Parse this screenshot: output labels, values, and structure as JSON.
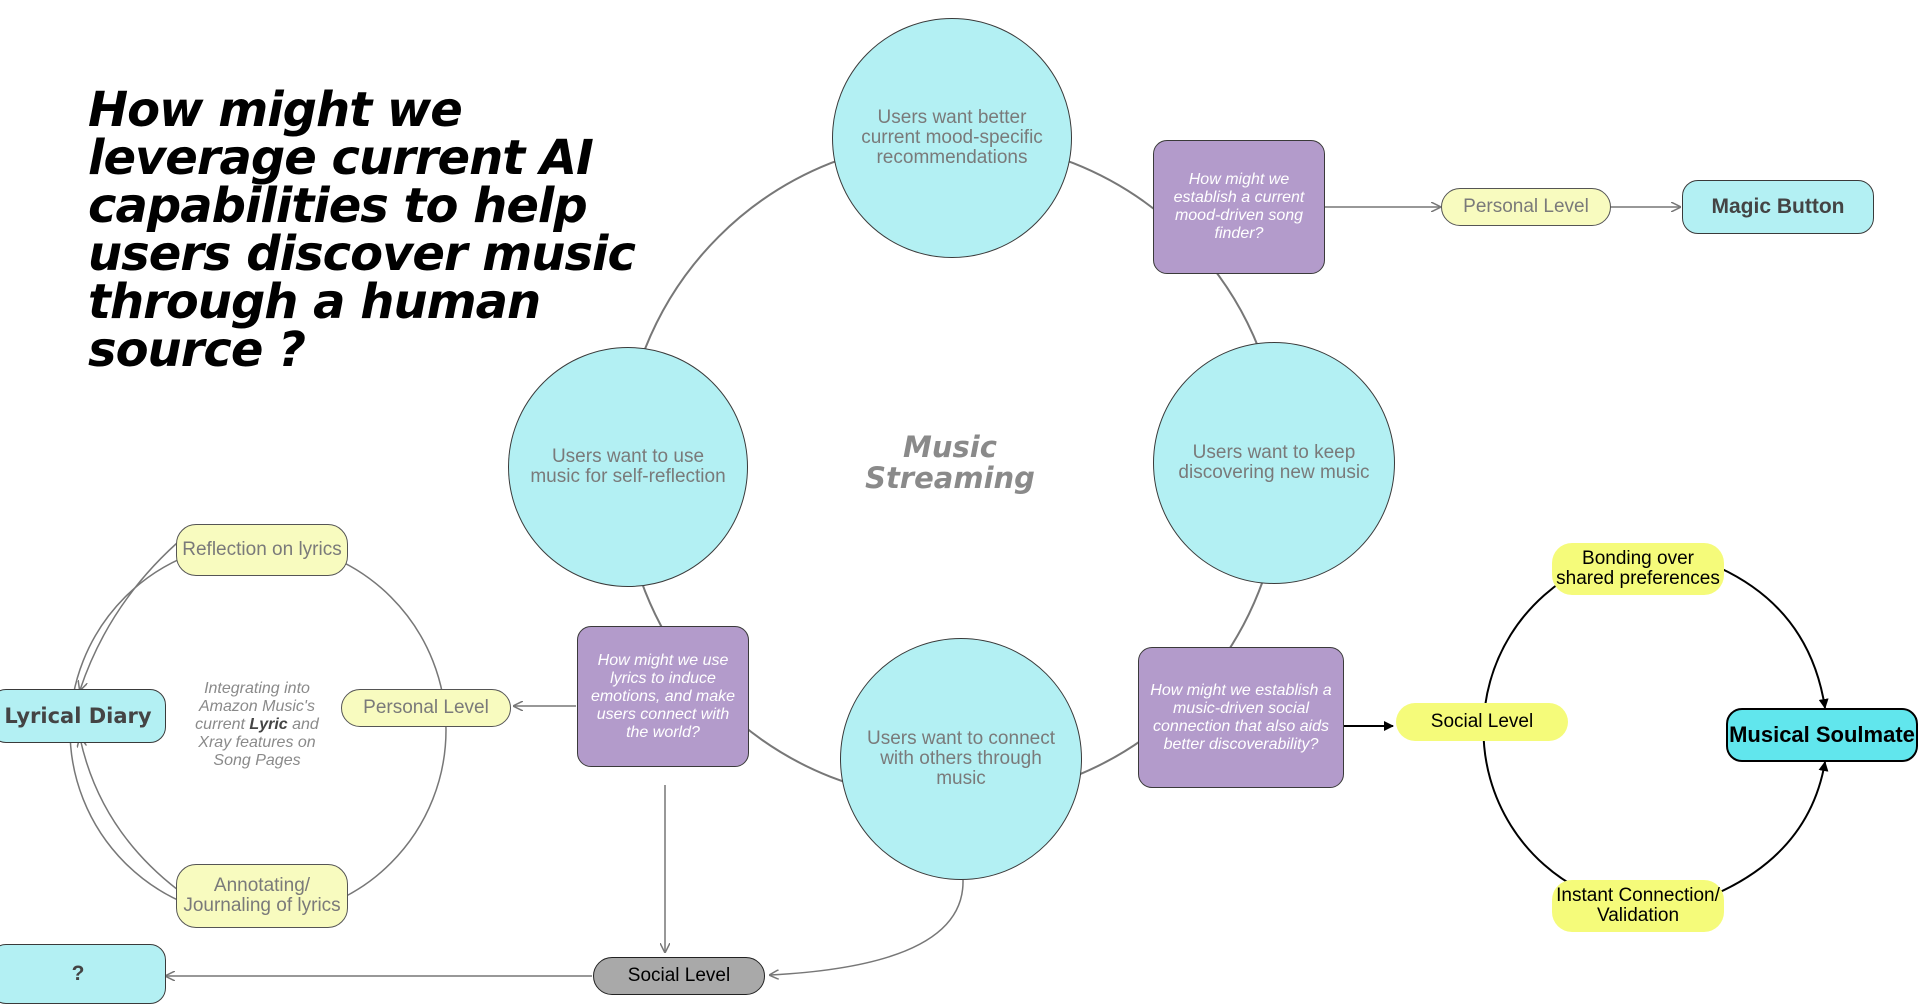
{
  "title": "How might we leverage current AI capabilities to help users discover music through a human source ?",
  "center_label": "Music Streaming",
  "needs": {
    "top": "Users want better current mood-specific recommendations",
    "left": "Users want to use music for self-reflection",
    "right": "Users want to keep discovering new music",
    "bottom": "Users want to connect with others through music"
  },
  "hmw": {
    "mood_finder": "How might we establish a current mood-driven song finder?",
    "lyrics": "How might we use lyrics to induce emotions, and make users connect with the world?",
    "social": "How might we establish a music-driven social connection that also aids better discoverability?"
  },
  "levels": {
    "personal_top": "Personal Level",
    "personal_left": "Personal Level",
    "social_right": "Social Level",
    "social_bottom": "Social Level"
  },
  "outcomes": {
    "magic_button": "Magic Button",
    "lyrical_diary": "Lyrical Diary",
    "unknown": "?",
    "musical_soulmate": "Musical Soulmate"
  },
  "lyric_cycle": {
    "reflection": "Reflection on lyrics",
    "annotating": "Annotating/ Journaling of lyrics",
    "note_pre": "Integrating into Amazon Music's current",
    "note_bold": "Lyric",
    "note_post": "and Xray features on Song Pages"
  },
  "soulmate_cycle": {
    "bonding": "Bonding over shared preferences",
    "instant": "Instant Connection/ Validation"
  },
  "colors": {
    "cyan": "#b3f0f3",
    "cyan_strong": "#61e6ed",
    "purple": "#b39bcb",
    "pale_yellow": "#f8fbbf",
    "yellow": "#f5fb7a",
    "gray": "#a9a9a9"
  }
}
